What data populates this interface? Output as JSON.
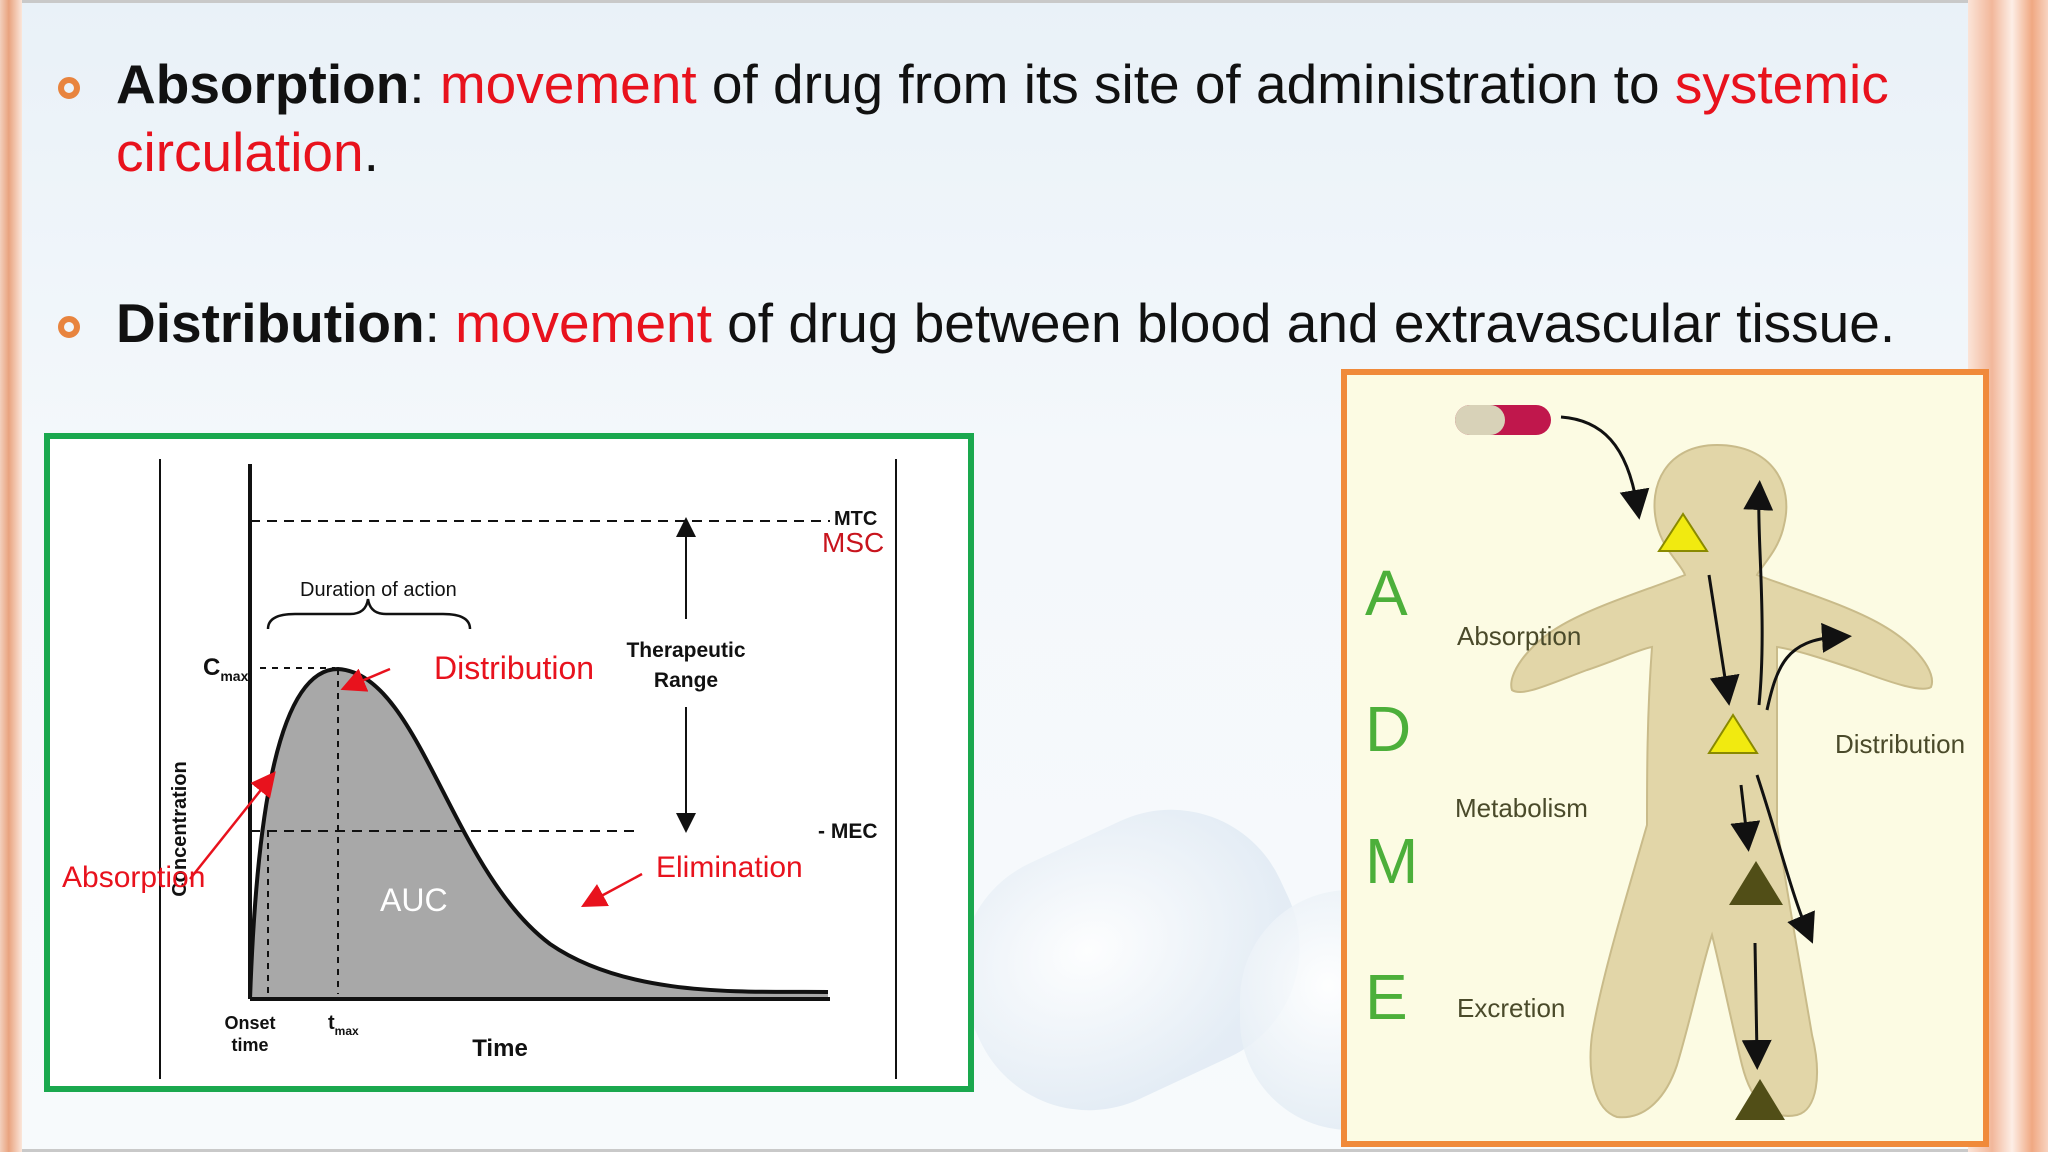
{
  "slide": {
    "bullets": [
      {
        "term": "Absorption",
        "sep": ": ",
        "w1": "movement",
        "t1": " of drug from its site of administration to ",
        "w2": "systemic",
        "w3": "circulation",
        "end": "."
      },
      {
        "term": "Distribution",
        "sep": ": ",
        "w1": "movement",
        "t1": " of drug between blood and extravascular tissue."
      }
    ]
  },
  "graph": {
    "duration_label": "Duration of action",
    "cmax": "C",
    "cmax_sub": "max",
    "distribution": "Distribution",
    "therapeutic_1": "Therapeutic",
    "therapeutic_2": "Range",
    "mtc": "MTC",
    "msc": "MSC",
    "mec": "MEC",
    "ylabel": "Concentration",
    "absorption": "Absorption",
    "auc": "AUC",
    "elimination": "Elimination",
    "onset_1": "Onset",
    "onset_2": "time",
    "tmax": "t",
    "tmax_sub": "max",
    "xlabel": "Time"
  },
  "adme": {
    "letters": [
      "A",
      "D",
      "M",
      "E"
    ],
    "absorption": "Absorption",
    "distribution": "Distribution",
    "metabolism": "Metabolism",
    "excretion": "Excretion"
  },
  "colors": {
    "accent_red": "#e8121d",
    "bullet_orange": "#e8843e",
    "graph_border": "#1aa84e",
    "adme_border": "#f08a3a",
    "adme_letter": "#4caf3a"
  }
}
